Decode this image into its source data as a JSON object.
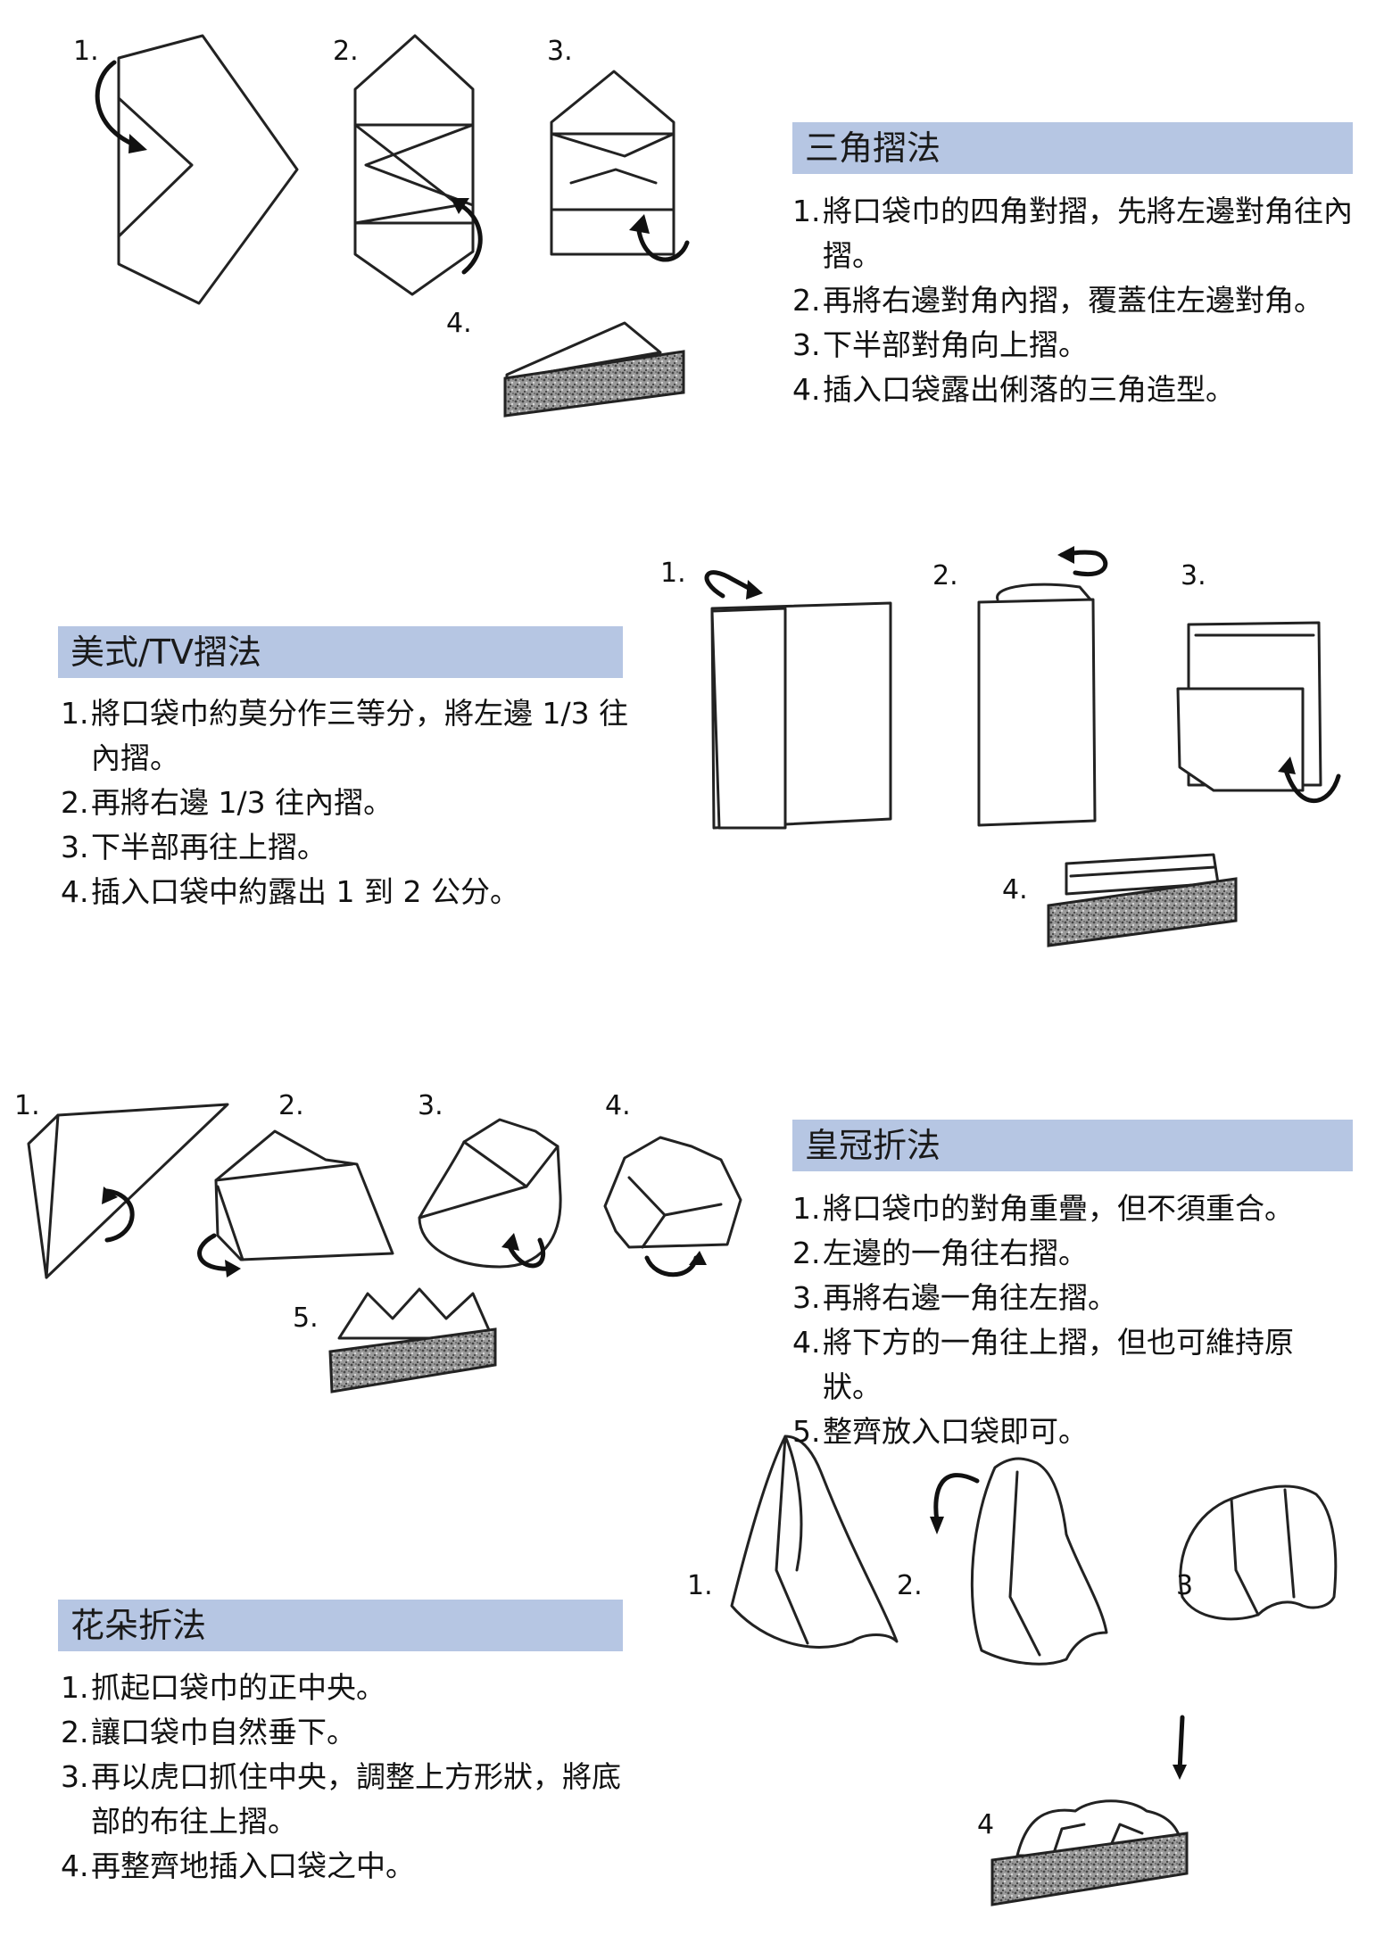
{
  "sections": [
    {
      "title": "三角摺法",
      "steps": [
        {
          "num": "1.",
          "text": "將口袋巾的四角對摺，先將左邊對角往內摺。"
        },
        {
          "num": "2.",
          "text": "再將右邊對角內摺，覆蓋住左邊對角。"
        },
        {
          "num": "3.",
          "text": "下半部對角向上摺。"
        },
        {
          "num": "4.",
          "text": "插入口袋露出俐落的三角造型。"
        }
      ],
      "figure_labels": [
        "1.",
        "2.",
        "3.",
        "4."
      ]
    },
    {
      "title": "美式/TV摺法",
      "steps": [
        {
          "num": "1.",
          "text": "將口袋巾約莫分作三等分，將左邊 1/3 往內摺。"
        },
        {
          "num": "2.",
          "text": "再將右邊 1/3 往內摺。"
        },
        {
          "num": "3.",
          "text": "下半部再往上摺。"
        },
        {
          "num": "4.",
          "text": "插入口袋中約露出 1 到 2 公分。"
        }
      ],
      "figure_labels": [
        "1.",
        "2.",
        "3.",
        "4."
      ]
    },
    {
      "title": "皇冠折法",
      "steps": [
        {
          "num": "1.",
          "text": "將口袋巾的對角重疊，但不須重合。"
        },
        {
          "num": "2.",
          "text": "左邊的一角往右摺。"
        },
        {
          "num": "3.",
          "text": "再將右邊一角往左摺。"
        },
        {
          "num": "4.",
          "text": "將下方的一角往上摺，但也可維持原狀。"
        },
        {
          "num": "5.",
          "text": "整齊放入口袋即可。"
        }
      ],
      "figure_labels": [
        "1.",
        "2.",
        "3.",
        "4.",
        "5."
      ]
    },
    {
      "title": "花朵折法",
      "steps": [
        {
          "num": "1.",
          "text": "抓起口袋巾的正中央。"
        },
        {
          "num": "2.",
          "text": "讓口袋巾自然垂下。"
        },
        {
          "num": "3.",
          "text": "再以虎口抓住中央，調整上方形狀，將底部的布往上摺。"
        },
        {
          "num": "4.",
          "text": "再整齊地插入口袋之中。"
        }
      ],
      "figure_labels": [
        "1.",
        "2.",
        "3",
        "4"
      ]
    }
  ],
  "colors": {
    "header_bg": "#b6c6e3",
    "text": "#111111",
    "line": "#222222"
  }
}
